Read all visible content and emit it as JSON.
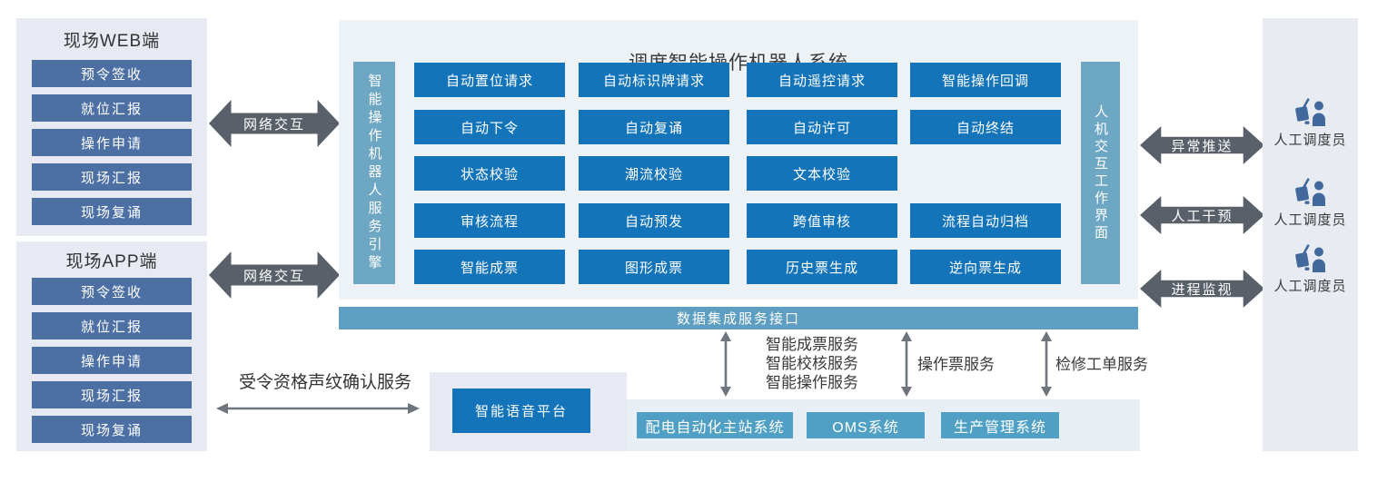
{
  "web_panel": {
    "title": "现场WEB端",
    "items": [
      "预令签收",
      "就位汇报",
      "操作申请",
      "现场汇报",
      "现场复诵"
    ]
  },
  "app_panel": {
    "title": "现场APP端",
    "items": [
      "预令签收",
      "就位汇报",
      "操作申请",
      "现场汇报",
      "现场复诵"
    ]
  },
  "network_links": {
    "web_label": "网络交互",
    "app_label": "网络交互"
  },
  "robot_system": {
    "title": "调度智能操作机器人系统",
    "left_bar": "智能操作机器人服务引擎",
    "right_bar": "人机交互工作界面",
    "rows": [
      [
        "自动置位请求",
        "自动标识牌请求",
        "自动遥控请求",
        "智能操作回调"
      ],
      [
        "自动下令",
        "自动复诵",
        "自动许可",
        "自动终结"
      ],
      [
        "状态校验",
        "潮流校验",
        "文本校验"
      ],
      [
        "审核流程",
        "自动预发",
        "跨值审核",
        "流程自动归档"
      ],
      [
        "智能成票",
        "图形成票",
        "历史票生成",
        "逆向票生成"
      ]
    ]
  },
  "data_bar": {
    "label": "数据集成服务接口"
  },
  "service_links": {
    "group1": [
      "智能成票服务",
      "智能校核服务",
      "智能操作服务"
    ],
    "group2": "操作票服务",
    "group3": "检修工单服务"
  },
  "external_systems": [
    "配电自动化主站系统",
    "OMS系统",
    "生产管理系统"
  ],
  "voice": {
    "link_label": "受令资格声纹确认服务",
    "platform_label": "智能语音平台"
  },
  "dispatcher_links": [
    "异常推送",
    "人工干预",
    "进程监视"
  ],
  "dispatchers": [
    "人工调度员",
    "人工调度员",
    "人工调度员"
  ],
  "colors": {
    "primary_button": "#1374ba",
    "engine_bar": "#6ea7c3",
    "data_bar": "#5e9ec2",
    "external_box": "#4fa0c4",
    "field_item": "#4d70a4",
    "fat_arrow": "#596069",
    "thin_arrow": "#6f757d",
    "dispatcher_icon": "#41699c"
  }
}
